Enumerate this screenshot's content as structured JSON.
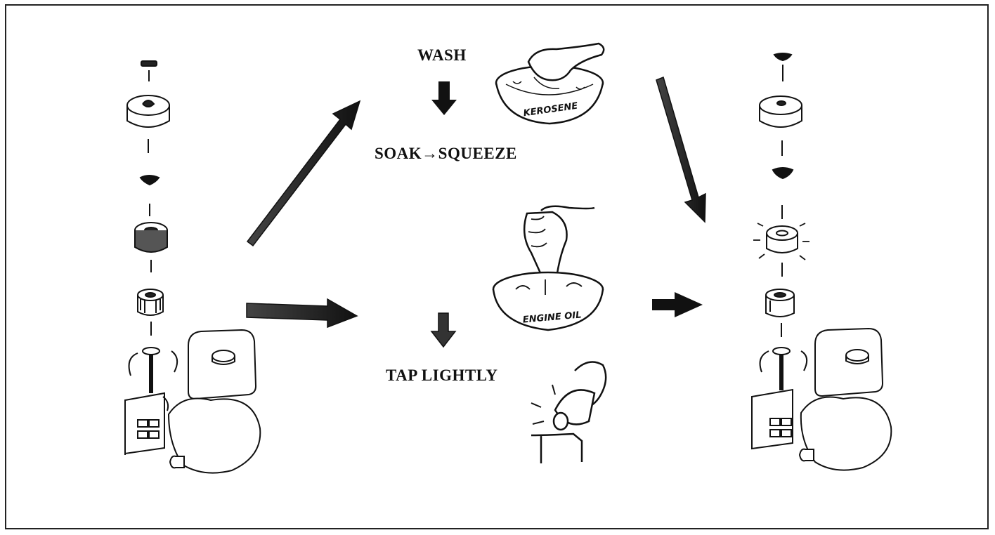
{
  "figure": {
    "steps": {
      "wash": "WASH",
      "soak": "SOAK→SQUEEZE",
      "tap": "TAP LIGHTLY"
    },
    "bowl_labels": {
      "kerosene": "KEROSENE",
      "engine_oil": "ENGINE OIL"
    }
  }
}
